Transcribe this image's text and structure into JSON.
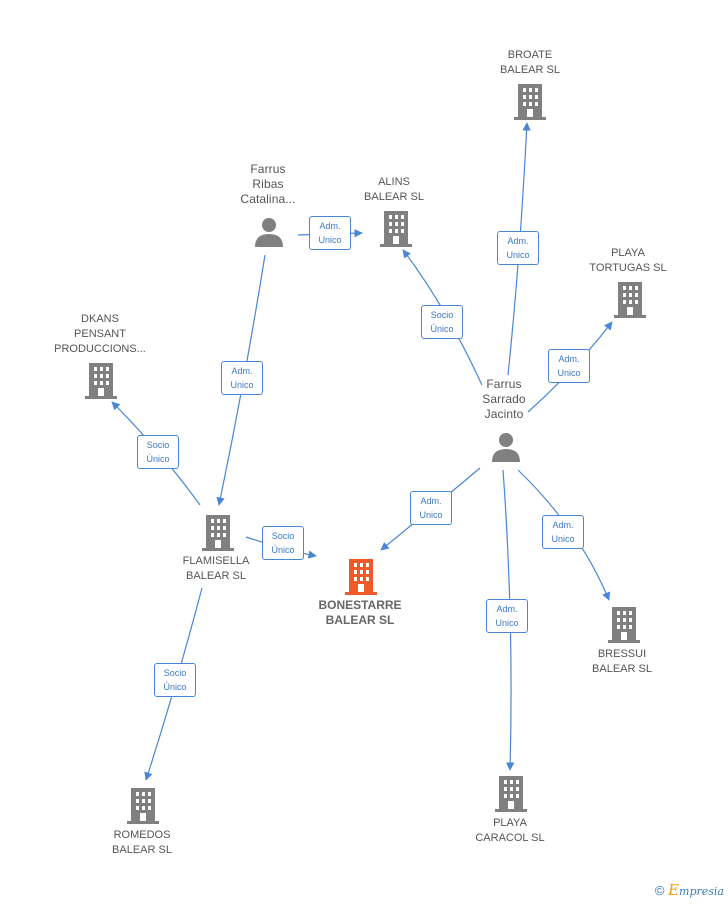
{
  "colors": {
    "edge": "#4a86d6",
    "building": "#808080",
    "main_building": "#f05a28",
    "person": "#808080"
  },
  "nodes": {
    "broate": {
      "kind": "company",
      "lines": [
        "BROATE",
        "BALEAR SL"
      ]
    },
    "alins": {
      "kind": "company",
      "lines": [
        "ALINS",
        "BALEAR SL"
      ]
    },
    "farrus_ribas": {
      "kind": "person",
      "lines": [
        "Farrus",
        "Ribas",
        "Catalina..."
      ]
    },
    "playa_tortugas": {
      "kind": "company",
      "lines": [
        "PLAYA",
        "TORTUGAS SL"
      ]
    },
    "dkans": {
      "kind": "company",
      "lines": [
        "DKANS",
        "PENSANT",
        "PRODUCCIONS..."
      ]
    },
    "farrus_sarrado": {
      "kind": "person",
      "lines": [
        "Farrus",
        "Sarrado",
        "Jacinto"
      ]
    },
    "flamisella": {
      "kind": "company",
      "lines": [
        "FLAMISELLA",
        "BALEAR SL"
      ]
    },
    "bonestarre": {
      "kind": "main",
      "lines": [
        "BONESTARRE",
        "BALEAR  SL"
      ]
    },
    "bressui": {
      "kind": "company",
      "lines": [
        "BRESSUI",
        "BALEAR  SL"
      ]
    },
    "romedos": {
      "kind": "company",
      "lines": [
        "ROMEDOS",
        "BALEAR  SL"
      ]
    },
    "playa_caracol": {
      "kind": "company",
      "lines": [
        "PLAYA",
        "CARACOL SL"
      ]
    }
  },
  "edges": {
    "e1": {
      "lines": [
        "Adm.",
        "Unico"
      ]
    },
    "e2": {
      "lines": [
        "Adm.",
        "Unico"
      ]
    },
    "e3": {
      "lines": [
        "Socio",
        "Único"
      ]
    },
    "e4": {
      "lines": [
        "Adm.",
        "Unico"
      ]
    },
    "e5": {
      "lines": [
        "Adm.",
        "Unico"
      ]
    },
    "e6": {
      "lines": [
        "Socio",
        "Único"
      ]
    },
    "e7": {
      "lines": [
        "Socio",
        "Único"
      ]
    },
    "e8": {
      "lines": [
        "Adm.",
        "Unico"
      ]
    },
    "e9": {
      "lines": [
        "Adm.",
        "Unico"
      ]
    },
    "e10": {
      "lines": [
        "Socio",
        "Único"
      ]
    },
    "e11": {
      "lines": [
        "Adm.",
        "Unico"
      ]
    }
  },
  "footer": {
    "copyright": "©",
    "brand_initial": "E",
    "brand_rest": "mpresia"
  }
}
